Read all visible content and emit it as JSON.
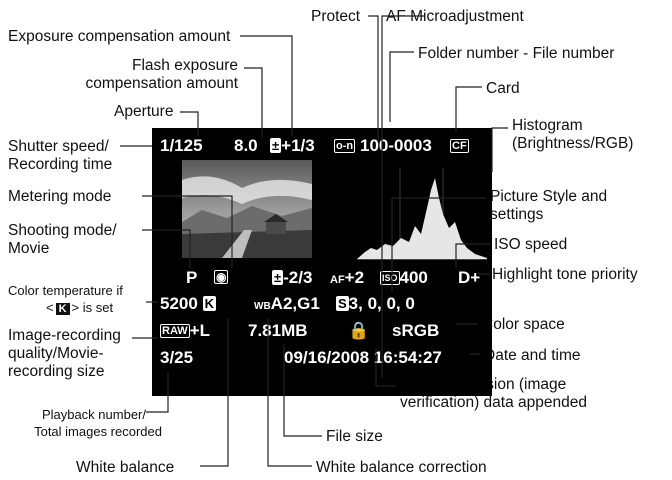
{
  "labels": {
    "protect": "Protect",
    "af_micro": "AF Microadjustment",
    "exposure_comp": "Exposure compensation amount",
    "folder_file": "Folder number - File number",
    "flash_comp_1": "Flash exposure",
    "flash_comp_2": "compensation amount",
    "card": "Card",
    "aperture": "Aperture",
    "histogram_1": "Histogram",
    "histogram_2": "(Brightness/RGB)",
    "shutter_1": "Shutter speed/",
    "shutter_2": "Recording time",
    "metering": "Metering mode",
    "picture_style_1": "Picture Style and",
    "picture_style_2": "settings",
    "shooting_1": "Shooting mode/",
    "shooting_2": "Movie",
    "iso": "ISO speed",
    "highlight": "Highlight tone priority",
    "color_temp_1": "Color temperature if",
    "color_temp_2a": "<",
    "color_temp_2b": "> is set",
    "image_rec_1": "Image-recording",
    "image_rec_2": "quality/Movie-",
    "image_rec_3": "recording size",
    "color_space": "Color space",
    "date_time": "Date and time",
    "original_1": "Original decision (image",
    "original_2": "verification) data appended",
    "playback_1": "Playback number/",
    "playback_2": "Total images recorded",
    "file_size": "File size",
    "white_balance": "White balance",
    "wb_correction": "White balance correction"
  },
  "screen": {
    "shutter": "1/125",
    "aperture": "8.0",
    "exp_comp": "+1/3",
    "protect_icon": "o-n",
    "folder_file": "100-0003",
    "card_icon": "CF",
    "shoot_mode": "P",
    "flash_comp": "-2/3",
    "af_micro": "+2",
    "iso_prefix": "ISO",
    "iso_value": "400",
    "highlight": "D+",
    "color_temp": "5200",
    "k_icon": "K",
    "wb_correction": "A2,G1",
    "picture_style": "S",
    "picture_style_settings": "3, 0, 0, 0",
    "raw_icon": "RAW",
    "quality_suffix": "+L",
    "file_size": "7.81MB",
    "color_space": "sRGB",
    "playback": "3/25",
    "date_time": "09/16/2008 16:54:27"
  },
  "colors": {
    "screen": "#000000",
    "text": "#111111",
    "leader": "#222222"
  }
}
